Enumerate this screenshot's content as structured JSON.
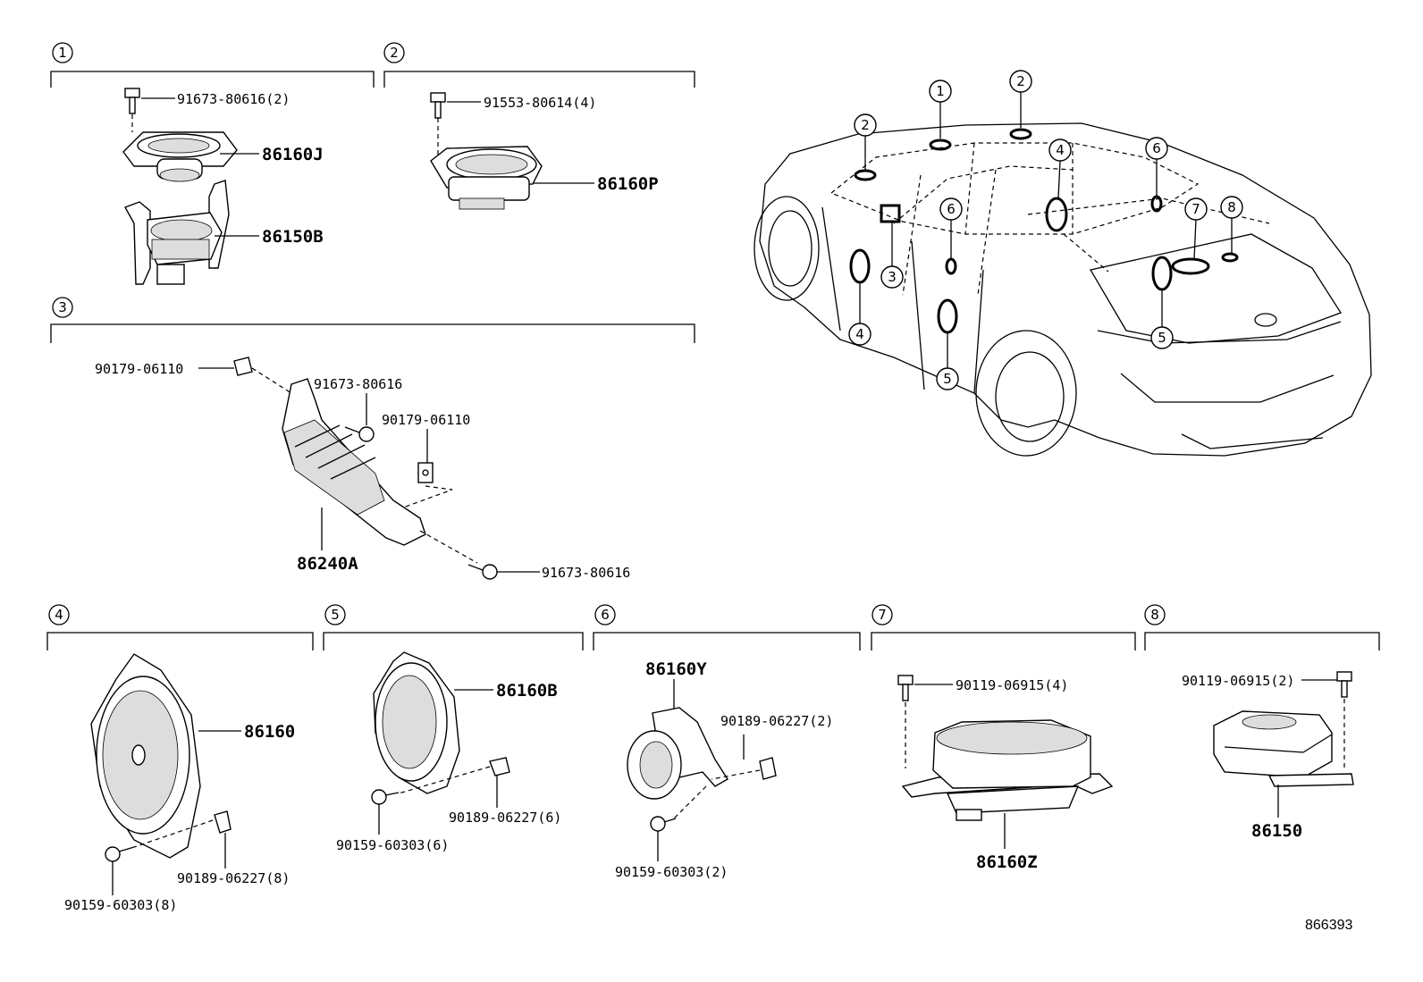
{
  "groups": [
    {
      "num": "1"
    },
    {
      "num": "2"
    },
    {
      "num": "3"
    },
    {
      "num": "4"
    },
    {
      "num": "5"
    },
    {
      "num": "6"
    },
    {
      "num": "7"
    },
    {
      "num": "8"
    }
  ],
  "parts": {
    "g1_screw": "91673-80616(2)",
    "g1_speaker": "86160J",
    "g1_bracket": "86150B",
    "g2_screw": "91553-80614(4)",
    "g2_speaker": "86160P",
    "g3_clip_a": "90179-06110",
    "g3_screw_a": "91673-80616",
    "g3_clip_b": "90179-06110",
    "g3_amp": "86240A",
    "g3_screw_b": "91673-80616",
    "g4_speaker": "86160",
    "g4_clip": "90189-06227(8)",
    "g4_screw": "90159-60303(8)",
    "g5_speaker": "86160B",
    "g5_clip": "90189-06227(6)",
    "g5_screw": "90159-60303(6)",
    "g6_speaker": "86160Y",
    "g6_clip": "90189-06227(2)",
    "g6_screw": "90159-60303(2)",
    "g7_screw": "90119-06915(4)",
    "g7_speaker": "86160Z",
    "g8_screw": "90119-06915(2)",
    "g8_unit": "86150"
  },
  "car_callouts": [
    {
      "num": "1"
    },
    {
      "num": "2"
    },
    {
      "num": "2"
    },
    {
      "num": "4"
    },
    {
      "num": "6"
    },
    {
      "num": "6"
    },
    {
      "num": "7"
    },
    {
      "num": "8"
    },
    {
      "num": "3"
    },
    {
      "num": "4"
    },
    {
      "num": "5"
    },
    {
      "num": "5"
    }
  ],
  "illustration_id": "866393"
}
